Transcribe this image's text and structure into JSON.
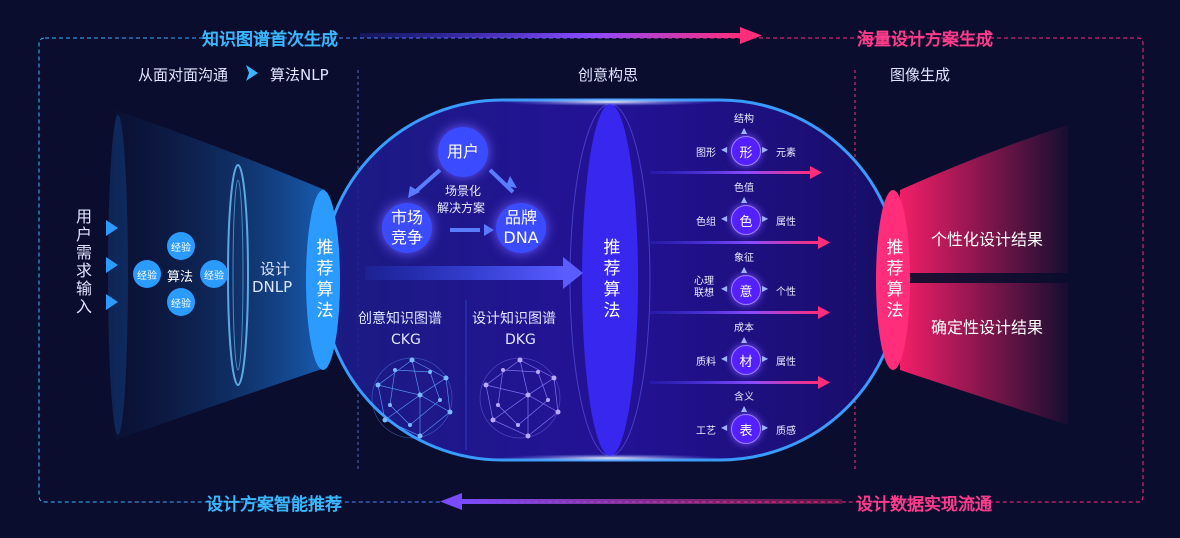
{
  "top_left_title": "知识图谱首次生成",
  "top_right_title": "海量设计方案生成",
  "bottom_left_title": "设计方案智能推荐",
  "bottom_right_title": "设计数据实现流通",
  "step_face": "从面对面沟通",
  "step_nlp": "算法NLP",
  "section_idea": "创意构思",
  "section_image": "图像生成",
  "user_input": "用户需求输入",
  "center_algo": "算法",
  "experience": [
    "经验",
    "经验",
    "经验",
    "经验"
  ],
  "dnlp": {
    "line1": "设计",
    "line2": "DNLP"
  },
  "recommend": "推荐算法",
  "triangle": {
    "user": "用户",
    "market_1": "市场",
    "market_2": "竞争",
    "brand_1": "品牌",
    "brand_2": "DNA",
    "center_1": "场景化",
    "center_2": "解决方案"
  },
  "ckg": {
    "name": "创意知识图谱",
    "abbr": "CKG"
  },
  "dkg": {
    "name": "设计知识图谱",
    "abbr": "DKG"
  },
  "attributes": [
    {
      "node": "形",
      "top": "结构",
      "left": "图形",
      "right": "元素"
    },
    {
      "node": "色",
      "top": "色值",
      "left": "色组",
      "right": "属性"
    },
    {
      "node": "意",
      "top": "象征",
      "left": "心理联想",
      "right": "个性"
    },
    {
      "node": "材",
      "top": "成本",
      "left": "质料",
      "right": "属性"
    },
    {
      "node": "表",
      "top": "含义",
      "left": "工艺",
      "right": "质感"
    }
  ],
  "result_personalized": "个性化设计结果",
  "result_deterministic": "确定性设计结果",
  "colors": {
    "blue": "#3ab8ff",
    "pink": "#ff2d7a",
    "purple": "#5b2bff",
    "background": "#0a0d2e"
  },
  "icons": {
    "flow_arrow": "arrow-right-icon",
    "input_arrow": "triangle-right-icon",
    "attr_chevron": "chevron-icon"
  }
}
